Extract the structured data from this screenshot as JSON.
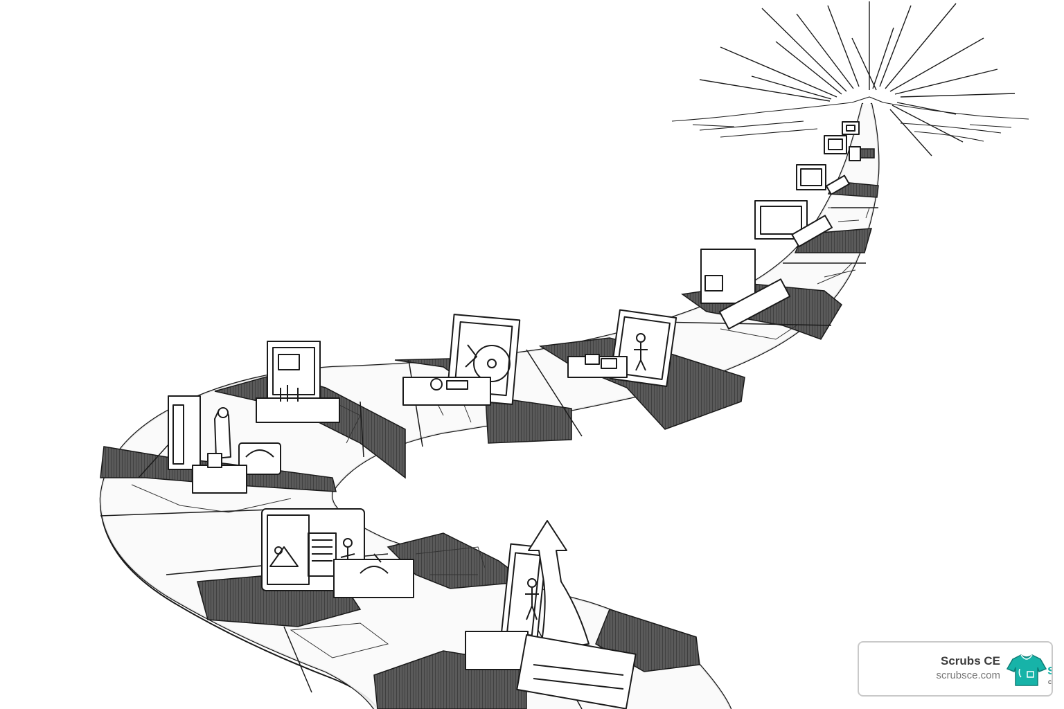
{
  "brand": {
    "name": "Scrubs CE",
    "url": "scrubsce.com",
    "logo_icon": "scrubs-shirt-icon",
    "accent_color": "#17b3a8"
  },
  "scene": {
    "style": "black-and-white line illustration",
    "ink_color": "#1a1a1a",
    "dark_tile_color": "#4f4f4f",
    "light_tile_color": "#ffffff"
  }
}
